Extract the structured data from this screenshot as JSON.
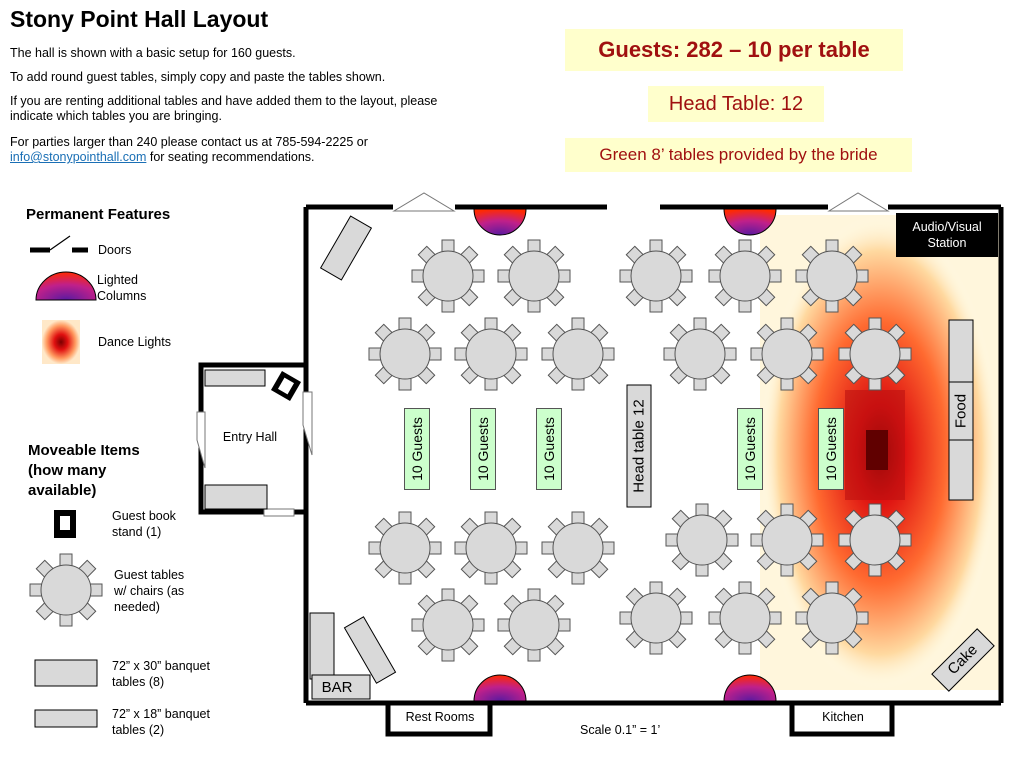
{
  "title": "Stony Point Hall Layout",
  "intro": {
    "p1": "The hall is shown with a basic setup for 160 guests.",
    "p2": "To add round guest tables, simply copy and paste the tables shown.",
    "p3": "If you are renting additional tables and have added them to the layout, please indicate which tables you are bringing.",
    "p4_pre": "For parties larger than 240 please contact us at 785-594-2225 or",
    "p4_link": "info@stonypointhall.com",
    "p4_post": "for seating recommendations."
  },
  "callouts": {
    "guests": "Guests: 282 – 10 per table",
    "head_table": "Head Table: 12",
    "green_tables": "Green 8’ tables provided by the bride"
  },
  "permanent": {
    "heading": "Permanent Features",
    "doors": "Doors",
    "columns": "Lighted Columns",
    "dance_lights": "Dance Lights"
  },
  "moveable": {
    "heading": "Moveable Items (how many available)",
    "guest_book": "Guest book stand (1)",
    "guest_tables": "Guest tables w/ chairs (as needed)",
    "banquet_30": "72” x 30” banquet tables (8)",
    "banquet_18": "72” x 18” banquet tables (2)"
  },
  "rooms": {
    "entry_hall": "Entry Hall",
    "av_station": "Audio/Visual Station",
    "rest_rooms": "Rest Rooms",
    "kitchen": "Kitchen",
    "bar": "BAR",
    "food": "Food",
    "cake": "Cake",
    "head_table": "Head table 12",
    "ten_guests": "10 Guests"
  },
  "scale": "Scale 0.1” = 1’",
  "colors": {
    "callout_bg": "#ffffcc",
    "callout_text": "#a01010",
    "table_fill": "#d9d9d9",
    "green_table": "#ccffcc",
    "wall": "#000000"
  }
}
